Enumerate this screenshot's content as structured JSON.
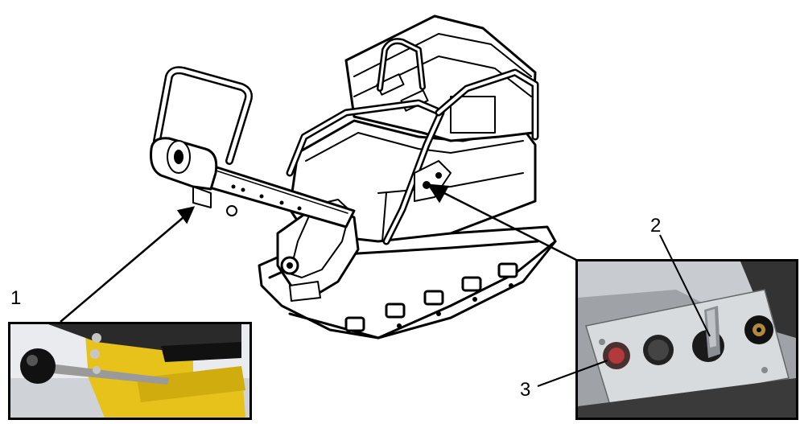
{
  "callouts": [
    {
      "id": "1",
      "label": "1"
    },
    {
      "id": "2",
      "label": "2"
    },
    {
      "id": "3",
      "label": "3"
    }
  ],
  "icons": {
    "machine": "plate-compactor-illustration",
    "photo_left": "throttle-lever-photo",
    "photo_right": "control-panel-photo"
  },
  "colors": {
    "line": "#000000",
    "machine_body": "#ffffff",
    "photo_yellow": "#e6c21a",
    "indicator_red": "#b23a3a"
  }
}
